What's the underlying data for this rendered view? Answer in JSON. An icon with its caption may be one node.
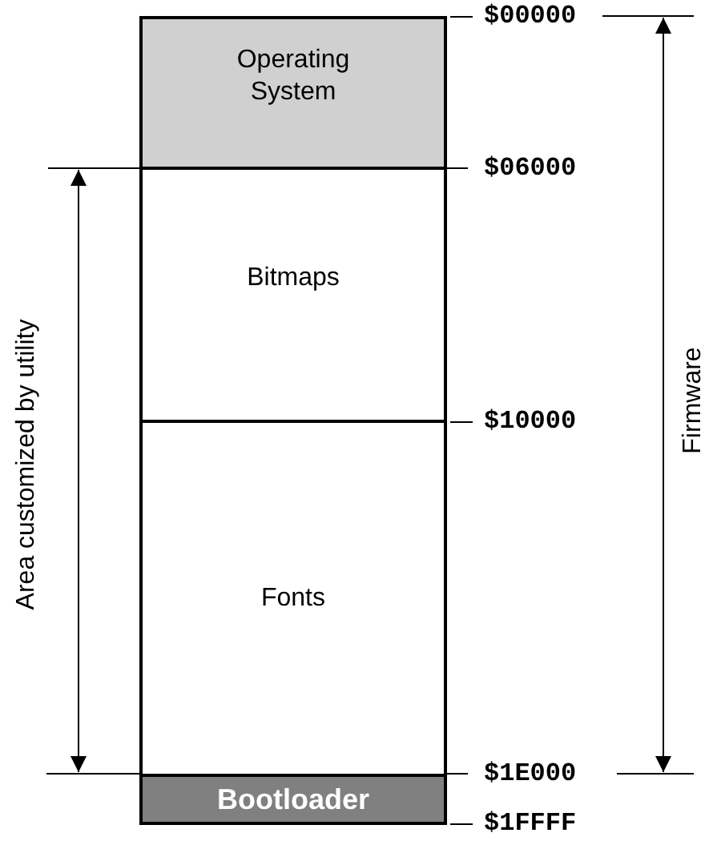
{
  "diagram": {
    "nodes": [
      {
        "text": [
          "Operating System"
        ]
      },
      {
        "text": [
          "Bitmaps"
        ]
      },
      {
        "text": [
          "Fonts"
        ]
      },
      {
        "text": [
          "Bootloader"
        ]
      }
    ],
    "labels": [
      "$00000",
      "$06000",
      "$10000",
      "$1E000",
      "$1FFFF",
      "Area customized by utility",
      "Firmware"
    ]
  }
}
